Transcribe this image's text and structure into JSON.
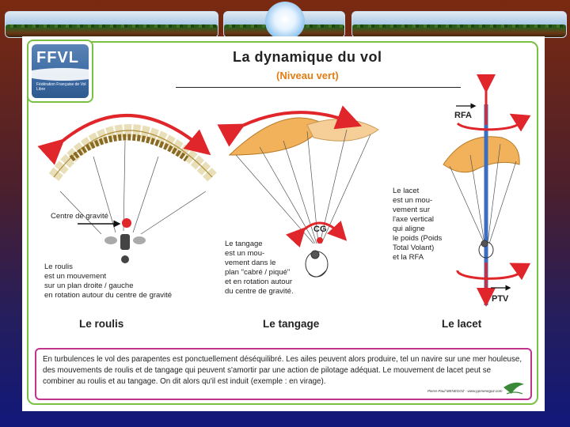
{
  "logo": {
    "text": "FFVL",
    "subtitle": "Fédération Française de Vol Libre"
  },
  "title": "La dynamique du vol",
  "subtitle": "(Niveau vert)",
  "roulis": {
    "cg_label": "Centre de gravité",
    "description": [
      "Le roulis",
      "est un mouvement",
      "sur un plan droite / gauche",
      "en rotation autour du centre de gravité"
    ],
    "heading": "Le roulis"
  },
  "tangage": {
    "cg_label": "CG",
    "description": [
      "Le tangage",
      "est un mou-",
      "vement dans le",
      "plan \"cabré / piqué\"",
      "et en rotation autour",
      "du centre de gravité."
    ],
    "heading": "Le tangage"
  },
  "lacet": {
    "rfa_label": "RFA",
    "ptv_label": "PTV",
    "description": [
      "Le lacet",
      "est un mou-",
      "vement sur",
      "l'axe vertical",
      "qui aligne",
      "le poids (Poids",
      "Total Volant)",
      "et la RFA"
    ],
    "heading": "Le lacet"
  },
  "note": "En turbulences le vol des parapentes est ponctuellement déséquilibré. Les ailes peuvent alors produire, tel un navire sur une mer houleuse, des mouvements de roulis et de tangage qui peuvent s'amortir par une action de pilotage adéquat. Le mouvement de lacet peut se combiner au roulis et au tangage. On dit alors qu'il est induit (exemple : en virage).",
  "credit": "Pierre-Paul MENEGOZ - www.ppmenegoz.com",
  "colors": {
    "accent_green": "#7ac143",
    "arrow_red": "#e0262b",
    "wing_orange": "#f2b25c",
    "note_border": "#c0348c"
  }
}
